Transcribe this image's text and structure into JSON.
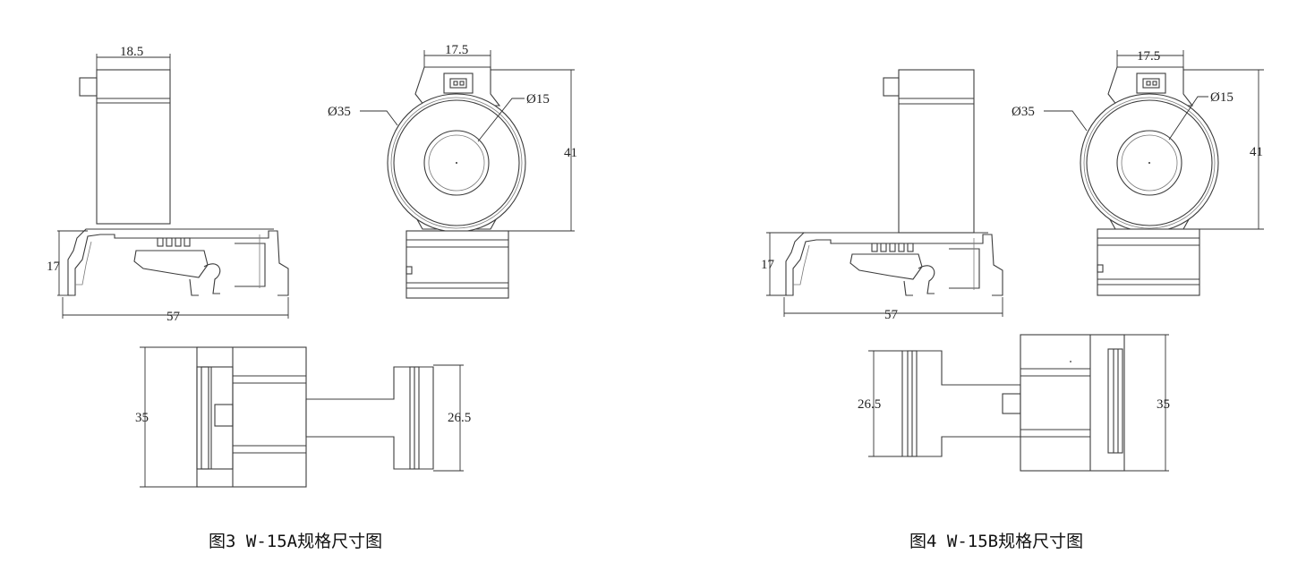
{
  "figure3": {
    "caption": "图3 W-15A规格尺寸图",
    "dims": {
      "width_top": "18.5",
      "head_width": "17.5",
      "outer_dia": "Ø35",
      "inner_dia": "Ø15",
      "height": "41",
      "rail_height": "17",
      "base_width": "57",
      "depth": "35",
      "module_width": "26.5"
    }
  },
  "figure4": {
    "caption": "图4 W-15B规格尺寸图",
    "dims": {
      "head_width": "17.5",
      "outer_dia": "Ø35",
      "inner_dia": "Ø15",
      "height": "41",
      "rail_height": "17",
      "base_width": "57",
      "depth": "35",
      "module_width": "26.5"
    }
  }
}
